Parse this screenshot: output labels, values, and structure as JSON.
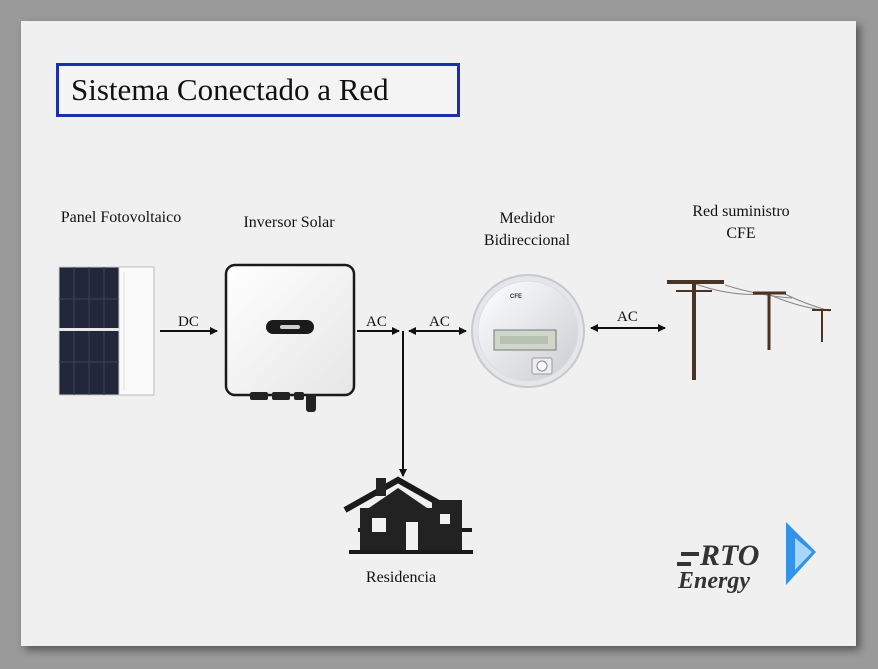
{
  "title": "Sistema Conectado a Red",
  "components": {
    "panel": "Panel Fotovoltaico",
    "inverter": "Inversor Solar",
    "meter_line1": "Medidor",
    "meter_line2": "Bidireccional",
    "grid_line1": "Red suministro",
    "grid_line2": "CFE",
    "house": "Residencia"
  },
  "connections": {
    "panel_to_inverter": "DC",
    "inverter_out": "AC",
    "to_meter": "AC",
    "meter_to_grid": "AC"
  },
  "meter": {
    "brand": "CFE"
  },
  "logo": {
    "line1": "RTO",
    "line2": "Energy"
  },
  "colors": {
    "title_border": "#1b2fa8",
    "logo_blue": "#1e88e5",
    "logo_text": "#333333"
  }
}
